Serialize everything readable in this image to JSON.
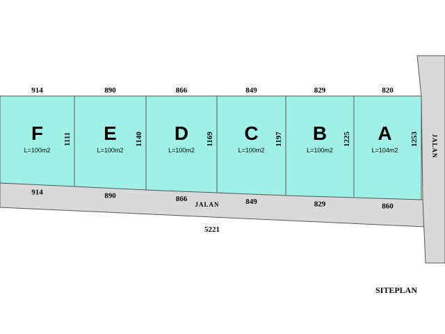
{
  "colors": {
    "plot_fill": "#9ff0e6",
    "road_fill": "#d9d9d9",
    "line": "#555555"
  },
  "title": "SITEPLAN",
  "road_labels": {
    "bottom": "JALAN",
    "right": "JALAN"
  },
  "total_length": "5221",
  "plots": [
    {
      "letter": "F",
      "area": "L=100m2",
      "top_width": "914",
      "bottom_width": "914",
      "depth": "1111"
    },
    {
      "letter": "E",
      "area": "L=100m2",
      "top_width": "890",
      "bottom_width": "890",
      "depth": "1140"
    },
    {
      "letter": "D",
      "area": "L=100m2",
      "top_width": "866",
      "bottom_width": "866",
      "depth": "1169"
    },
    {
      "letter": "C",
      "area": "L=100m2",
      "top_width": "849",
      "bottom_width": "849",
      "depth": "1197"
    },
    {
      "letter": "B",
      "area": "L=100m2",
      "top_width": "829",
      "bottom_width": "829",
      "depth": "1225"
    },
    {
      "letter": "A",
      "area": "L=104m2",
      "top_width": "820",
      "bottom_width": "860",
      "depth": "1253"
    }
  ]
}
